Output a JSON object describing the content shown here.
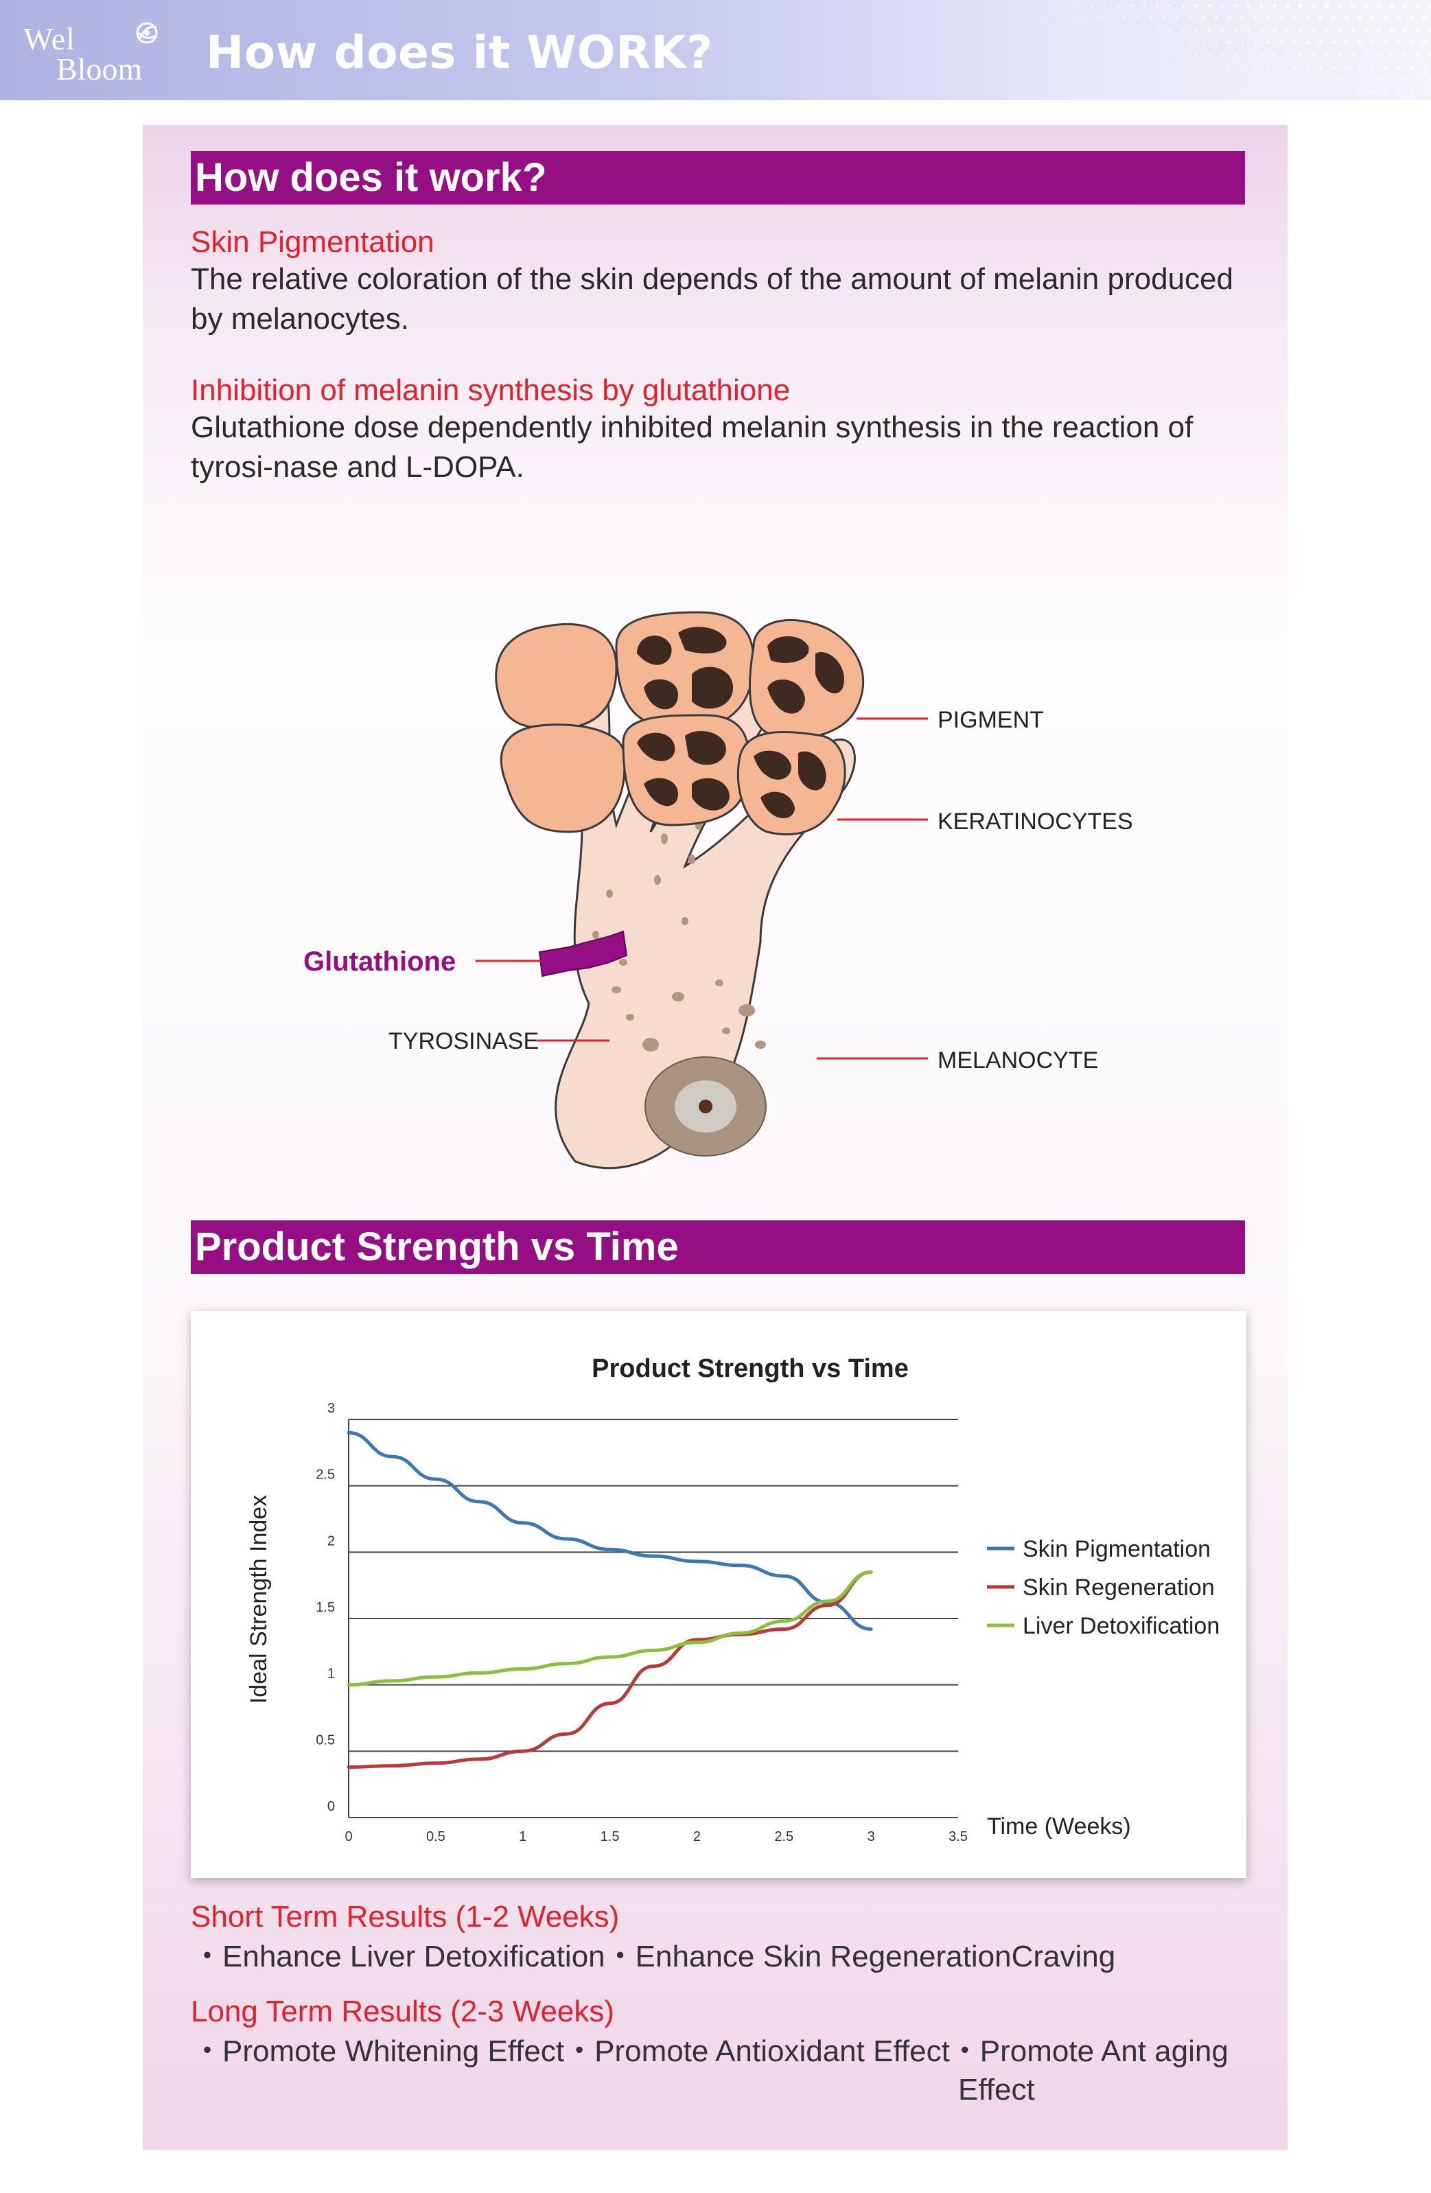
{
  "banner": {
    "brand_line1": "Wel",
    "brand_line2": "Bloom",
    "title": "How does it WORK?"
  },
  "section1": {
    "heading": "How does it work?",
    "skin_pigmentation_title": "Skin Pigmentation",
    "skin_pigmentation_text": "The relative coloration of the skin depends of the amount of melanin produced by melanocytes.",
    "inhibition_title": "Inhibition of melanin synthesis by glutathione",
    "inhibition_text": "Glutathione dose dependently inhibited melanin synthesis in the reaction of tyrosi-nase and L-DOPA."
  },
  "diagram": {
    "label_pigment": "PIGMENT",
    "label_keratinocytes": "KERATINOCYTES",
    "label_glutathione": "Glutathione",
    "label_tyrosinase": "TYROSINASE",
    "label_melanocyte": "MELANOCYTE",
    "colors": {
      "keratinocyte_fill": "#f5b793",
      "pigment_fill": "#3e2a20",
      "melanocyte_fill": "#f6dccf",
      "glutathione": "#960e84",
      "label_line": "#e4202a"
    }
  },
  "section2": {
    "heading": "Product Strength vs Time"
  },
  "chart_data": {
    "type": "line",
    "title": "Product Strength vs Time",
    "xlabel": "Time (Weeks)",
    "ylabel": "Ideal Strength Index",
    "xlim": [
      0,
      3.5
    ],
    "ylim": [
      0,
      3
    ],
    "x_ticks": [
      "0",
      "0.5",
      "1",
      "1.5",
      "2",
      "2.5",
      "3",
      "3.5"
    ],
    "y_ticks": [
      "0",
      "0.5",
      "1",
      "1.5",
      "2",
      "2.5",
      "3"
    ],
    "grid": true,
    "legend": "right",
    "series": [
      {
        "name": "Skin Pigmentation",
        "color": "#3b78b8",
        "points": [
          [
            0,
            2.9
          ],
          [
            0.25,
            2.72
          ],
          [
            0.5,
            2.55
          ],
          [
            0.75,
            2.38
          ],
          [
            1,
            2.22
          ],
          [
            1.25,
            2.1
          ],
          [
            1.5,
            2.02
          ],
          [
            1.75,
            1.97
          ],
          [
            2,
            1.93
          ],
          [
            2.25,
            1.9
          ],
          [
            2.5,
            1.82
          ],
          [
            2.75,
            1.62
          ],
          [
            3,
            1.42
          ]
        ]
      },
      {
        "name": "Skin Regeneration",
        "color": "#b83a3a",
        "points": [
          [
            0,
            0.38
          ],
          [
            0.25,
            0.39
          ],
          [
            0.5,
            0.41
          ],
          [
            0.75,
            0.44
          ],
          [
            1,
            0.5
          ],
          [
            1.25,
            0.63
          ],
          [
            1.5,
            0.86
          ],
          [
            1.75,
            1.14
          ],
          [
            2,
            1.34
          ],
          [
            2.25,
            1.38
          ],
          [
            2.5,
            1.42
          ],
          [
            2.75,
            1.6
          ],
          [
            3,
            1.85
          ]
        ]
      },
      {
        "name": "Liver Detoxification",
        "color": "#8cbf3f",
        "points": [
          [
            0,
            1.0
          ],
          [
            0.25,
            1.03
          ],
          [
            0.5,
            1.06
          ],
          [
            0.75,
            1.09
          ],
          [
            1,
            1.12
          ],
          [
            1.25,
            1.16
          ],
          [
            1.5,
            1.21
          ],
          [
            1.75,
            1.26
          ],
          [
            2,
            1.32
          ],
          [
            2.25,
            1.39
          ],
          [
            2.5,
            1.48
          ],
          [
            2.75,
            1.63
          ],
          [
            3,
            1.85
          ]
        ]
      }
    ]
  },
  "results": {
    "short_term_title": "Short Term Results (1-2 Weeks)",
    "short_term_line": "・Enhance Liver Detoxification・Enhance Skin RegenerationCraving",
    "long_term_title": "Long Term Results (2-3 Weeks)",
    "long_term_line1": "・Promote Whitening Effect・Promote Antioxidant Effect・Promote Ant aging",
    "long_term_line2": "Effect"
  }
}
